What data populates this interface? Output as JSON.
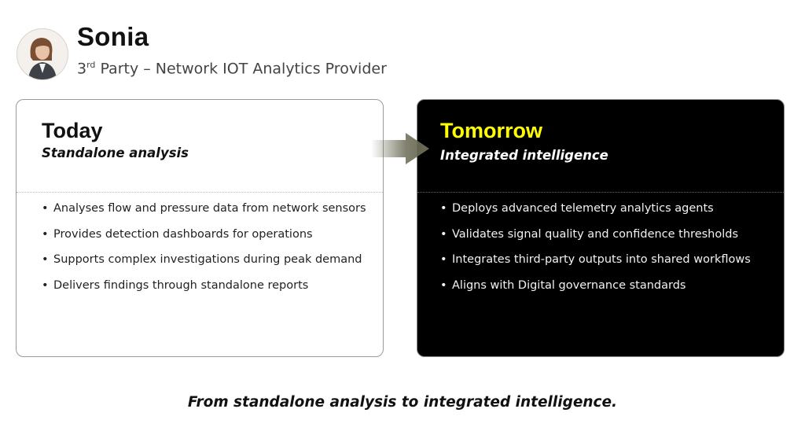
{
  "header": {
    "name": "Sonia",
    "role_prefix": "3",
    "role_sup": "rd",
    "role_rest": " Party – Network IOT Analytics Provider"
  },
  "today": {
    "title": "Today",
    "subtitle": "Standalone analysis",
    "bullets": [
      "Analyses flow and pressure data from network sensors",
      "Provides detection dashboards for operations",
      "Supports complex investigations during peak demand",
      "Delivers findings through standalone reports"
    ]
  },
  "tomorrow": {
    "title": "Tomorrow",
    "subtitle": "Integrated intelligence",
    "bullets": [
      "Deploys advanced telemetry analytics agents",
      "Validates signal quality and confidence thresholds",
      "Integrates third-party outputs into shared workflows",
      "Aligns with Digital governance standards"
    ]
  },
  "footer": "From standalone analysis to integrated intelligence.",
  "colors": {
    "accent": "#ffff00",
    "arrow": "#6b6b55"
  }
}
